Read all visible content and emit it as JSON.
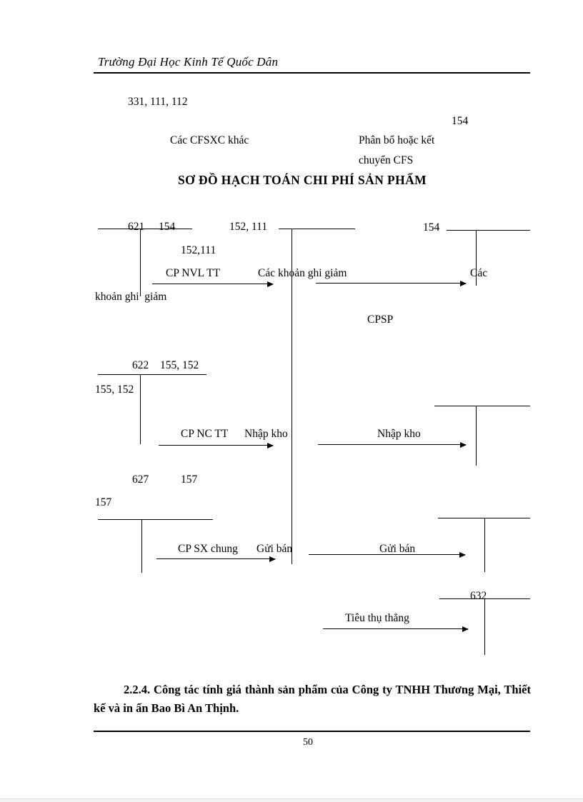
{
  "page": {
    "running_header": "Trường Đại Học Kinh Tế Quốc Dân",
    "page_number": "50"
  },
  "top_notes": {
    "accounts_left": "331, 111, 112",
    "account_right": "154",
    "label_left": "Các CFSXC khác",
    "label_right_line1": "Phân bổ hoặc kết",
    "label_right_line2": "chuyển CFS"
  },
  "diagram": {
    "title": "SƠ ĐỒ HẠCH TOÁN CHI PHÍ SẢN PHẨM",
    "accounts": {
      "a621": "621",
      "a154_top_left": "154",
      "a152_111_center": "152, 111",
      "a154_right": "154",
      "a152_111_mid": "152,111",
      "a622": "622",
      "a155_152_top": "155, 152",
      "a155_152_left": "155, 152",
      "a627": "627",
      "a157_top": "157",
      "a157_left": "157",
      "a632": "632"
    },
    "labels": {
      "cp_nvl_tt": "CP NVL TT",
      "cac_khoan_ghi_giam": "Các khoản ghi giảm",
      "cac": "Các",
      "khoan_ghi_giam": "khoản ghi  giảm",
      "cpsp": "CPSP",
      "cp_nc_tt": "CP NC TT",
      "nhap_kho_left": "Nhập kho",
      "nhap_kho_right": "Nhập kho",
      "cp_sx_chung": "CP SX chung",
      "gui_ban_left": "Gửi bán",
      "gui_ban_right": "Gửi bán",
      "tieu_thu_thang": "Tiêu thụ thẳng"
    }
  },
  "section": {
    "heading": "2.2.4. Công tác tính giá thành sản phẩm của Công ty TNHH Thương Mại, Thiết kế và in ấn Bao Bì An Thịnh."
  },
  "colors": {
    "ink": "#000000",
    "paper": "#ffffff"
  }
}
